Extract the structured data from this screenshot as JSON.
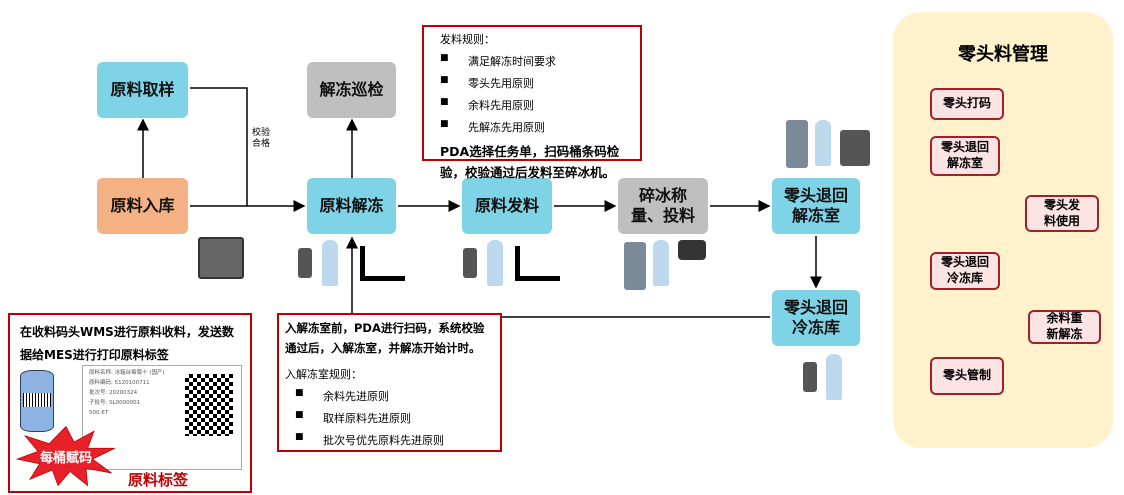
{
  "nodes": {
    "sample": "原料取样",
    "inbound": "原料入库",
    "inspect": "解冻巡检",
    "thaw": "原料解冻",
    "issue": "原料发料",
    "crush": "碎冰称量、投料",
    "return_thaw": "零头退回解冻室",
    "return_freeze": "零头退回冷冻库"
  },
  "edge_label": "校验\n合格",
  "panel": {
    "title": "零头料管理",
    "items": [
      "零头打码",
      "零头退回解冻室",
      "零头发料使用",
      "零头退回冷冻库",
      "余料重新解冻",
      "零头管制"
    ]
  },
  "issue_rules": {
    "title": "发料规则：",
    "rules": [
      "满足解冻时间要求",
      "零头先用原则",
      "余料先用原则",
      "先解冻先用原则"
    ],
    "note": "PDA选择任务单，扫码桶条码检验，校验通过后发料至碎冰机。"
  },
  "thaw_rules": {
    "note": "入解冻室前，PDA进行扫码，系统校验通过后，入解冻室，并解冻开始计时。",
    "title": "入解冻室规则：",
    "rules": [
      "余料先进原则",
      "取样原料先进原则",
      "批次号优先原料先进原则"
    ]
  },
  "label_box": {
    "note": "在收料码头WMS进行原料收料，发送数据给MES进行打印原料标签",
    "burst": "每桶赋码",
    "caption": "原料标签",
    "fields": [
      "原料名称: 冰箱台霉菊十 (国产)",
      "原料编码: 5120100711",
      "批次号: 20200324",
      "子批号: SL0000001",
      "500.6T"
    ]
  }
}
